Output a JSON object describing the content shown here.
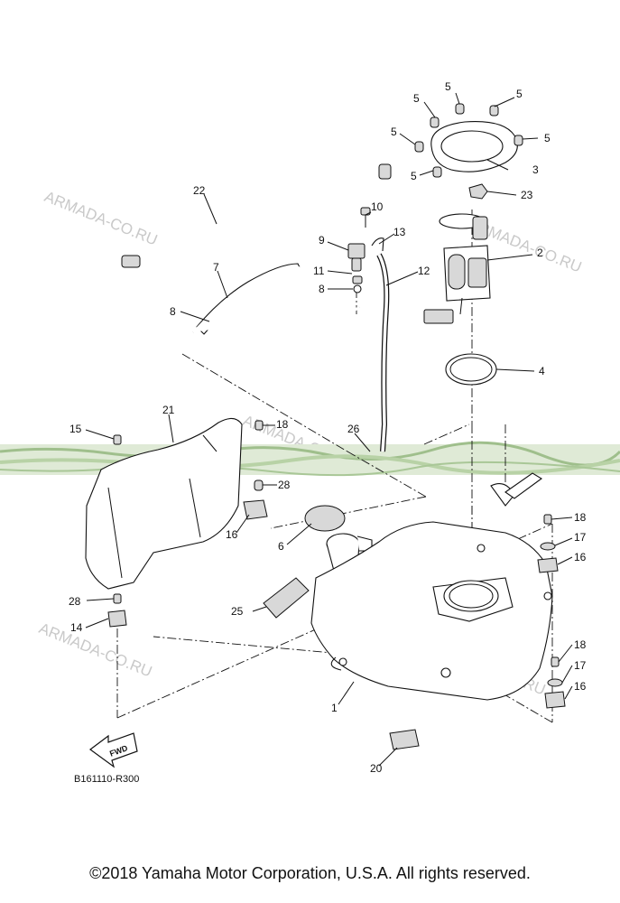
{
  "diagram": {
    "callouts": {
      "c1": "1",
      "c2": "2",
      "c3": "3",
      "c4": "4",
      "c5a": "5",
      "c5b": "5",
      "c5c": "5",
      "c5d": "5",
      "c5e": "5",
      "c5f": "5",
      "c6": "6",
      "c7": "7",
      "c8a": "8",
      "c8b": "8",
      "c9": "9",
      "c10": "10",
      "c11": "11",
      "c12": "12",
      "c13": "13",
      "c14": "14",
      "c15": "15",
      "c16a": "16",
      "c16b": "16",
      "c16c": "16",
      "c17a": "17",
      "c17b": "17",
      "c18a": "18",
      "c18b": "18",
      "c18c": "18",
      "c20": "20",
      "c21": "21",
      "c22": "22",
      "c23": "23",
      "c25": "25",
      "c26": "26",
      "c28a": "28",
      "c28b": "28"
    },
    "fwd_label": "FWD",
    "drawing_code": "B161110-R300",
    "watermark": "ARMADA-CO.RU"
  },
  "footer": {
    "copyright": "©2018 Yamaha Motor Corporation, U.S.A. All rights reserved."
  }
}
